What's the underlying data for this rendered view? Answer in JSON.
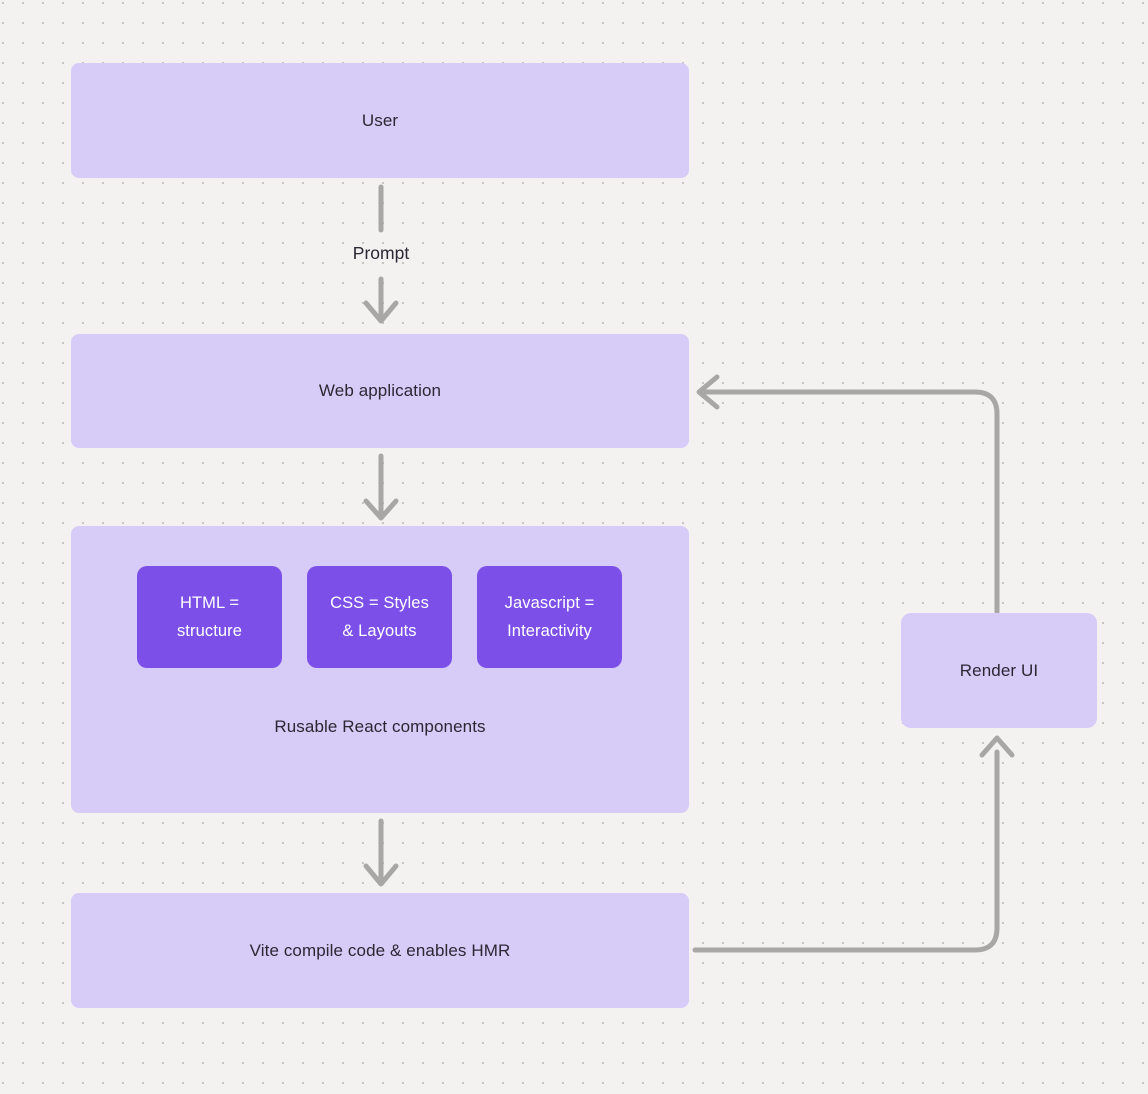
{
  "diagram": {
    "palette": {
      "background": "#f4f2f1",
      "dot_color": "#c7c4c2",
      "node_fill": "#d7cbf7",
      "inner_node_fill": "#7c4fe9",
      "inner_node_text": "#ffffff",
      "connector_color": "#a9a7a5",
      "label_color": "#2b2733"
    },
    "nodes": {
      "user": {
        "label": "User"
      },
      "web_application": {
        "label": "Web application"
      },
      "components_group": {
        "caption": "Rusable React components",
        "items": [
          {
            "label": "HTML =\nstructure"
          },
          {
            "label": "CSS = Styles\n& Layouts"
          },
          {
            "label": "Javascript =\nInteractivity"
          }
        ]
      },
      "vite": {
        "label": "Vite compile code & enables HMR"
      },
      "render_ui": {
        "label": "Render UI"
      }
    },
    "edges": {
      "prompt_label": "Prompt"
    }
  }
}
